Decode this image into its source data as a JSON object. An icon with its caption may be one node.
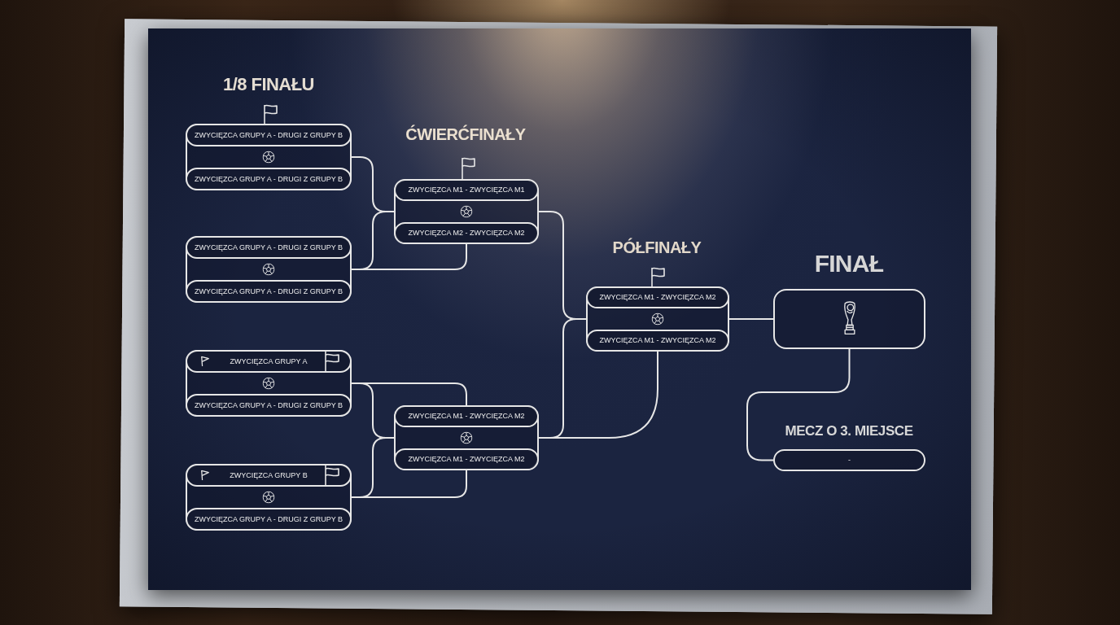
{
  "diagram": {
    "nodes": [
      {
        "text": [],
        "shape": "box"
      },
      {
        "text": [
          "ZWYCIĘZCA GRUPY A - DRUGI Z GRUPY B"
        ],
        "in": 0
      },
      {
        "text": [
          "ZWYCIĘZCA GRUPY A - DRUGI Z GRUPY B"
        ],
        "in": 0
      },
      {
        "text": [],
        "shape": "box"
      },
      {
        "text": [
          "ZWYCIĘZCA GRUPY A - DRUGI Z GRUPY B"
        ],
        "in": 3
      },
      {
        "text": [
          "ZWYCIĘZCA GRUPY A - DRUGI Z GRUPY B"
        ],
        "in": 3
      },
      {
        "text": [],
        "shape": "box"
      },
      {
        "text": [
          "ZWYCIĘZCA GRUPY A"
        ],
        "in": 6
      },
      {
        "text": [
          "ZWYCIĘZCA GRUPY A - DRUGI Z GRUPY B"
        ],
        "in": 6
      },
      {
        "text": [],
        "shape": "box"
      },
      {
        "text": [
          "ZWYCIĘZCA GRUPY B"
        ],
        "in": 9
      },
      {
        "text": [
          "ZWYCIĘZCA GRUPY A - DRUGI Z GRUPY B"
        ],
        "in": 9
      },
      {
        "text": [],
        "shape": "box"
      },
      {
        "text": [
          "ZWYCIĘZCA M1 - ZWYCIĘZCA M1"
        ],
        "in": 12
      },
      {
        "text": [
          "ZWYCIĘZCA M2 - ZWYCIĘZCA M2"
        ],
        "in": 12
      },
      {
        "text": [],
        "shape": "box"
      },
      {
        "text": [
          "ZWYCIĘZCA M1 - ZWYCIĘZCA M2"
        ],
        "in": 15
      },
      {
        "text": [
          "ZWYCIĘZCA M1 - ZWYCIĘZCA M2"
        ],
        "in": 15
      },
      {
        "text": [],
        "shape": "box"
      },
      {
        "text": [
          "ZWYCIĘZCA M1 - ZWYCIĘZCA M2"
        ],
        "in": 18
      },
      {
        "text": [
          "ZWYCIĘZCA M1 - ZWYCIĘZCA M2"
        ],
        "in": 18
      },
      {
        "text": [],
        "shape": "box"
      },
      {
        "text": [
          "-"
        ]
      }
    ],
    "edges": [
      {
        "from": 0,
        "to": 12,
        "arrow": "none"
      },
      {
        "from": 3,
        "to": 12,
        "arrow": "none"
      },
      {
        "from": 3,
        "to": 12,
        "arrow": "none"
      },
      {
        "from": 6,
        "to": 15,
        "arrow": "none"
      },
      {
        "from": 6,
        "to": 15,
        "arrow": "none"
      },
      {
        "from": 9,
        "to": 15,
        "arrow": "none"
      },
      {
        "from": 9,
        "to": 15,
        "arrow": "none"
      },
      {
        "from": 12,
        "to": 18,
        "arrow": "none"
      },
      {
        "from": 15,
        "to": 18,
        "arrow": "none"
      },
      {
        "from": 15,
        "to": 18,
        "arrow": "none"
      },
      {
        "from": 18,
        "to": 21,
        "arrow": "none"
      },
      {
        "from": 21,
        "to": 22,
        "arrow": "none"
      }
    ],
    "labels": [
      "1/8 FINAŁU",
      "ĆWIERĆFINAŁY",
      "PÓŁFINAŁY",
      "FINAŁ",
      "MECZ O 3. MIEJSCE"
    ]
  }
}
